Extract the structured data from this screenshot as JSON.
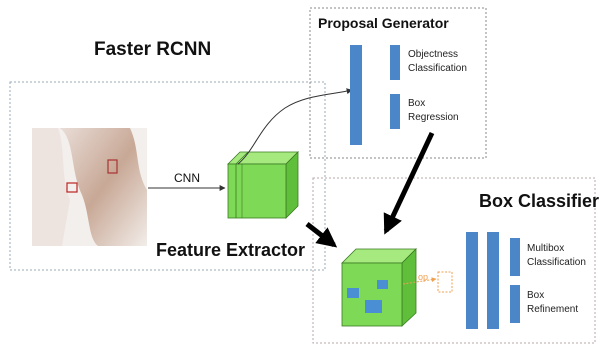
{
  "diagram": {
    "title": "Faster RCNN",
    "feature_extractor_label": "Feature Extractor",
    "cnn_label": "CNN",
    "proposal_generator": {
      "title": "Proposal Generator",
      "outputs": [
        {
          "line1": "Objectness",
          "line2": "Classification"
        },
        {
          "line1": "Box",
          "line2": "Regression"
        }
      ]
    },
    "box_classifier": {
      "title": "Box Classifier",
      "pool_label": "op",
      "outputs": [
        {
          "line1": "Multibox",
          "line2": "Classification"
        },
        {
          "line1": "Box",
          "line2": "Refinement"
        }
      ]
    },
    "colors": {
      "cube_face": "#7ed957",
      "cube_top": "#a6ea7f",
      "cube_side": "#5fbf3a",
      "roi_box": "#4a8fd4",
      "layer_bar": "#4a86c8",
      "pool_arrow": "#f0a050",
      "dashed_border": "#9aa9b8",
      "dashed_border_alt": "#b8aaaa"
    }
  }
}
